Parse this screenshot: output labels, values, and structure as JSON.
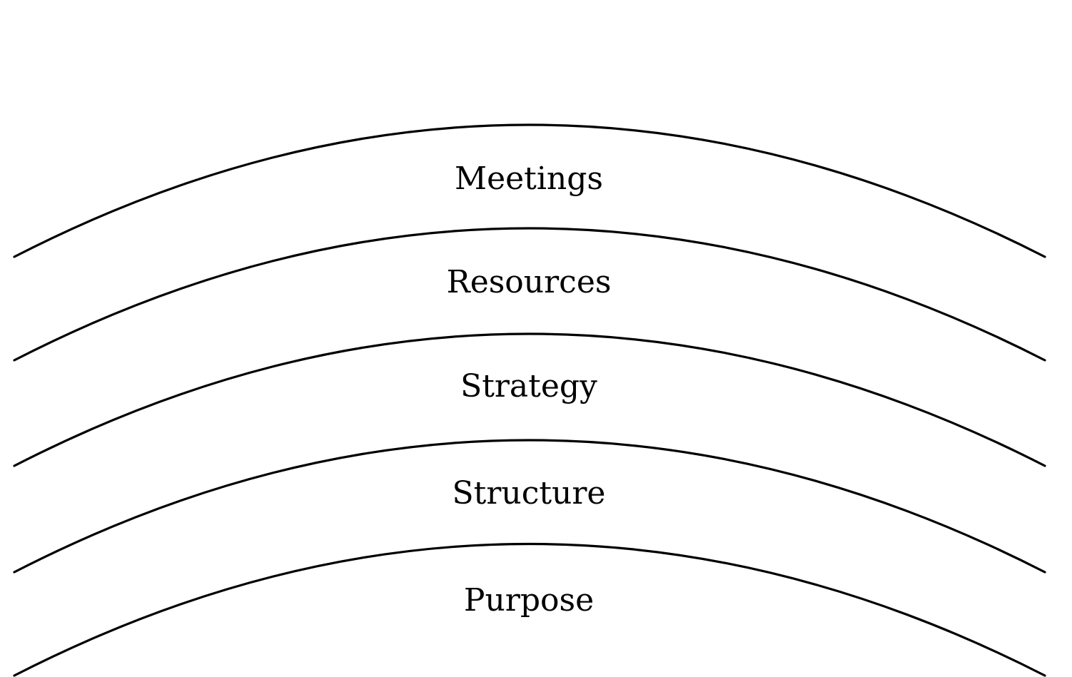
{
  "diagram": {
    "layers": [
      {
        "label": "Meetings"
      },
      {
        "label": "Resources"
      },
      {
        "label": "Strategy"
      },
      {
        "label": "Structure"
      },
      {
        "label": "Purpose"
      }
    ]
  }
}
